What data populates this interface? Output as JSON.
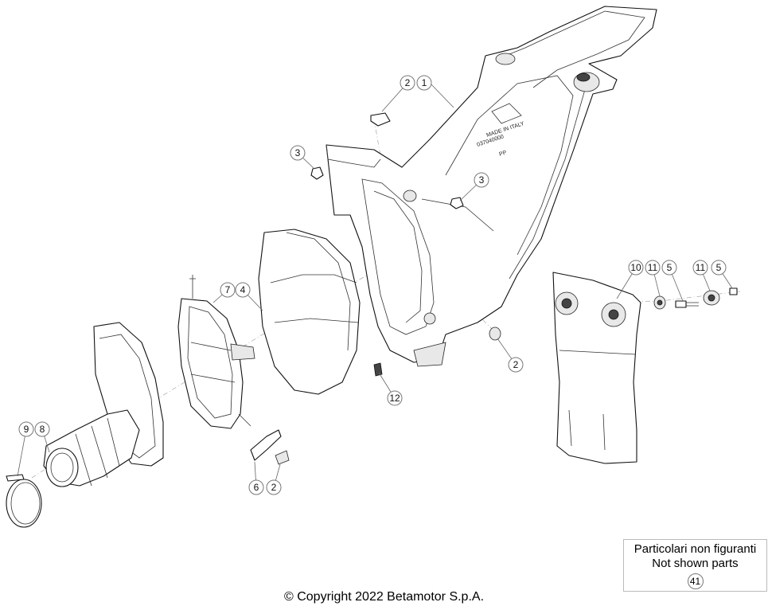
{
  "callouts": [
    {
      "id": "c-2a",
      "label": "2"
    },
    {
      "id": "c-1",
      "label": "1"
    },
    {
      "id": "c-3a",
      "label": "3"
    },
    {
      "id": "c-3b",
      "label": "3"
    },
    {
      "id": "c-7",
      "label": "7"
    },
    {
      "id": "c-4",
      "label": "4"
    },
    {
      "id": "c-2b",
      "label": "2"
    },
    {
      "id": "c-12",
      "label": "12"
    },
    {
      "id": "c-10",
      "label": "10"
    },
    {
      "id": "c-11a",
      "label": "11"
    },
    {
      "id": "c-5a",
      "label": "5"
    },
    {
      "id": "c-11b",
      "label": "11"
    },
    {
      "id": "c-5b",
      "label": "5"
    },
    {
      "id": "c-9",
      "label": "9"
    },
    {
      "id": "c-8",
      "label": "8"
    },
    {
      "id": "c-6",
      "label": "6"
    },
    {
      "id": "c-2c",
      "label": "2"
    }
  ],
  "part_marking": {
    "line1": "MADE IN ITALY",
    "line2": "037040000",
    "line3": "PP"
  },
  "not_shown": {
    "title_it": "Particolari non figuranti",
    "title_en": "Not shown parts",
    "ref": "41"
  },
  "footer": {
    "copyright": "© Copyright 2022 Betamotor S.p.A."
  }
}
